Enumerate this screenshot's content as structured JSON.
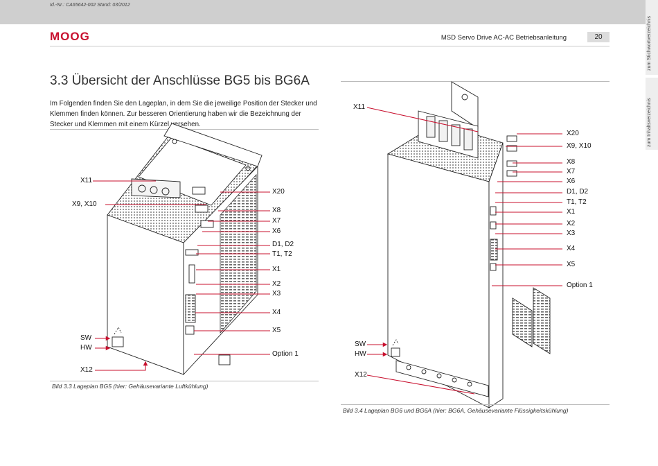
{
  "header": {
    "doc_id": "Id.-Nr.: CA65642-002 Stand: 03/2012",
    "logo": "MOOG",
    "title": "MSD Servo Drive AC-AC Betriebsanleitung",
    "page_number": "20"
  },
  "side_tabs": [
    "zum Stichwortverzeichnis",
    "zum Inhaltsverzeichnis"
  ],
  "section": {
    "title": "3.3   Übersicht der Anschlüsse BG5 bis BG6A",
    "intro": "Im Folgenden finden Sie den Lageplan, in dem Sie die jeweilige Position der Stecker und Klemmen finden können. Zur besseren Orientierung haben wir die Bezeichnung der Stecker und Klemmen mit einem Kürzel versehen."
  },
  "figure_left": {
    "caption": "Bild 3.3    Lageplan BG5 (hier: Gehäusevariante Luftkühlung)",
    "labels_left": [
      "X11",
      "X9, X10",
      "SW",
      "HW",
      "X12"
    ],
    "labels_right": [
      "X20",
      "X8",
      "X7",
      "X6",
      "D1, D2",
      "T1, T2",
      "X1",
      "X2",
      "X3",
      "X4",
      "X5",
      "Option 1"
    ]
  },
  "figure_right": {
    "caption": "Bild 3.4    Lageplan BG6 und BG6A (hier: BG6A, Gehäusevariante Flüssigkeitskühlung)",
    "labels_left": [
      "X11",
      "SW",
      "HW",
      "X12"
    ],
    "labels_right": [
      "X20",
      "X9, X10",
      "X8",
      "X7",
      "X6",
      "D1, D2",
      "T1, T2",
      "X1",
      "X2",
      "X3",
      "X4",
      "X5",
      "Option 1"
    ]
  },
  "colors": {
    "accent": "#c8102e",
    "topbar": "#cfcfcf"
  }
}
